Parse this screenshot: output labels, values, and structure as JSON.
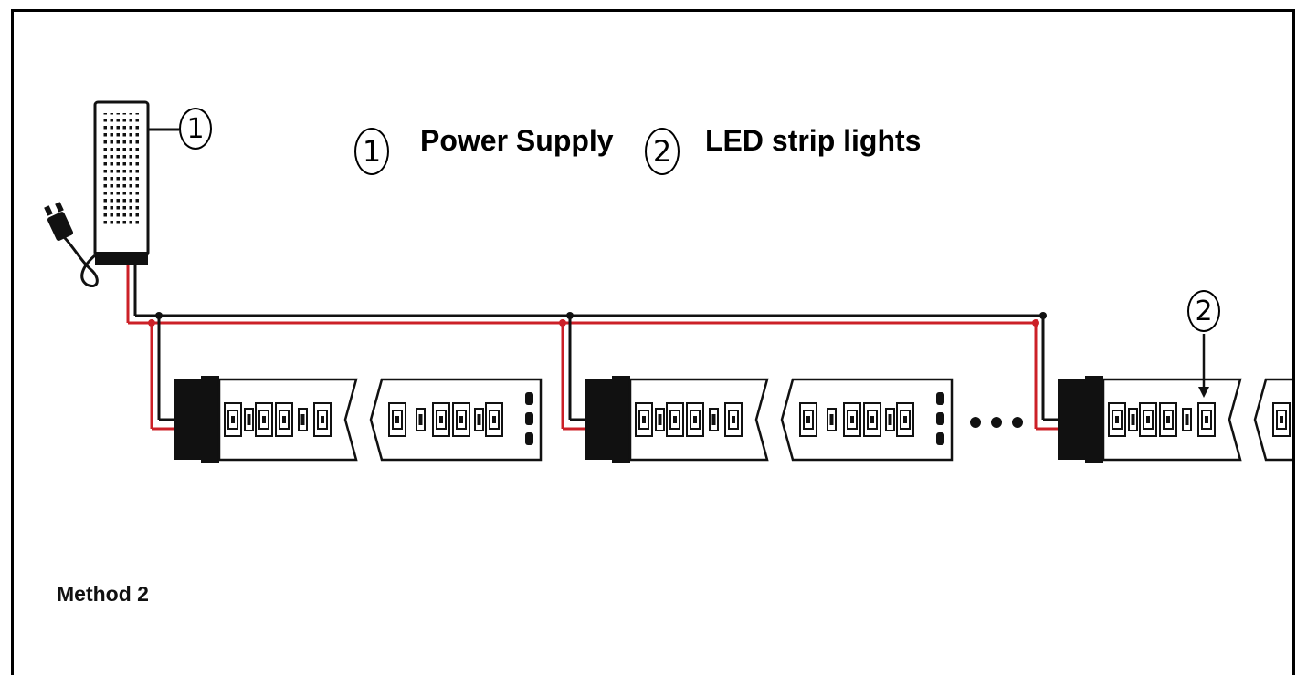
{
  "legend": {
    "item1": {
      "number": "1",
      "label": "Power Supply"
    },
    "item2": {
      "number": "2",
      "label": "LED strip lights"
    }
  },
  "callouts": {
    "power_supply": "1",
    "led_strip": "2"
  },
  "caption": "Method 2",
  "colors": {
    "positive_wire": "#cc2027",
    "negative_wire": "#111111",
    "strip": "#ffffff",
    "connector": "#111111"
  },
  "icons": [
    "power-supply-icon",
    "plug-icon",
    "led-strip-icon",
    "ellipsis-dots"
  ]
}
